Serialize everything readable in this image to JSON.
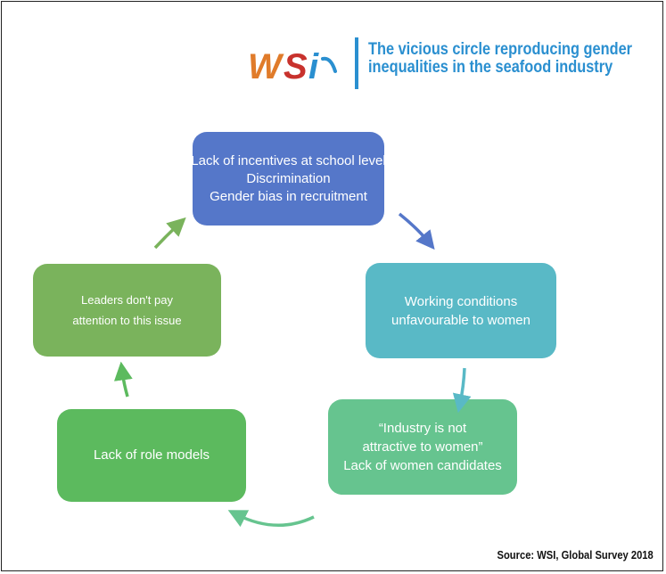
{
  "logo": {
    "text": "WSi"
  },
  "title": {
    "line1": "The vicious circle reproducing gender",
    "line2": "inequalities in the seafood industry"
  },
  "nodes": [
    {
      "lines": [
        "Lack of incentives at school level",
        "Discrimination",
        "Gender bias in recruitment"
      ],
      "color": "#5577c9"
    },
    {
      "lines": [
        "Working conditions",
        "unfavourable to women"
      ],
      "color": "#59b9c6"
    },
    {
      "lines": [
        "“Industry is not",
        "attractive to women”",
        "Lack of women candidates"
      ],
      "color": "#66c48f"
    },
    {
      "lines": [
        "Lack of role models"
      ],
      "color": "#5cba5e"
    },
    {
      "lines": [
        "Leaders don't pay",
        "attention to this issue"
      ],
      "color": "#7ab35c"
    }
  ],
  "source": "Source: WSI, Global Survey 2018",
  "colors": {
    "title": "#2a8fd0",
    "logo_orange": "#e07b2a",
    "logo_red": "#c8322d",
    "logo_blue": "#2a8fd0"
  }
}
